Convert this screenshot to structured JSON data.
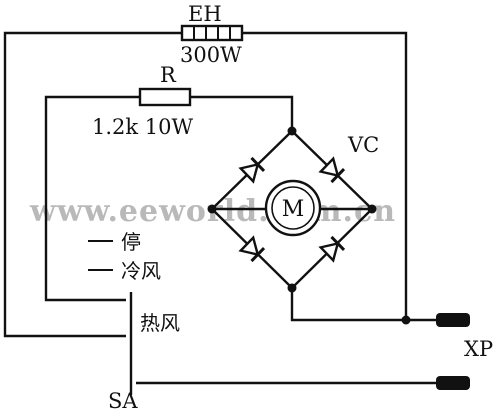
{
  "components": {
    "heater": {
      "ref": "EH",
      "value": "300W"
    },
    "resistor": {
      "ref": "R",
      "value": "1.2k 10W"
    },
    "bridge": {
      "ref": "VC"
    },
    "motor": {
      "symbol": "M"
    },
    "plug": {
      "ref": "XP"
    },
    "switch": {
      "ref": "SA",
      "positions": [
        "停",
        "冷风",
        "热风"
      ]
    }
  },
  "watermark": "www.eeworld.com.cn",
  "colors": {
    "line": "#111111",
    "watermark": "#b9b9b9",
    "background": "#ffffff"
  }
}
